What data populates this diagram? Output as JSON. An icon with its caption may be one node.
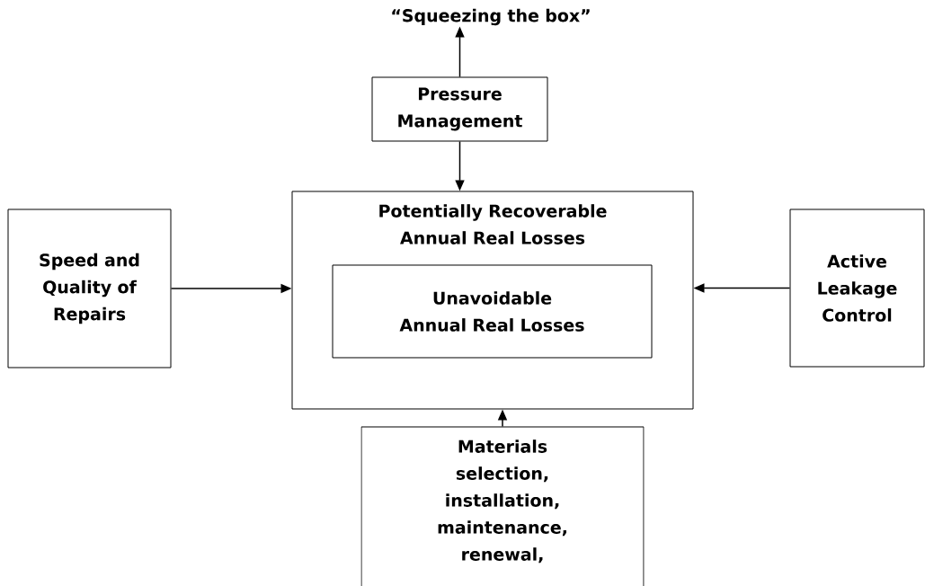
{
  "diagram": {
    "nodes": [
      {
        "text": [
          "“Squeezing the box”"
        ]
      },
      {
        "text": [
          "Pressure Management"
        ]
      },
      {
        "text": [
          "Potentially Recoverable Annual Real Losses"
        ]
      },
      {
        "text": [
          "Unavoidable Annual Real Losses"
        ],
        "in": 2
      },
      {
        "text": [
          "Speed and Quality of Repairs"
        ]
      },
      {
        "text": [
          "Active Leakage Control"
        ]
      },
      {
        "text": [
          "Materials selection, installation, maintenance, renewal,"
        ]
      }
    ],
    "edges": [
      {
        "from": 1,
        "to": 0,
        "arrow": "to"
      },
      {
        "from": 1,
        "to": 2,
        "arrow": "to"
      },
      {
        "from": 4,
        "to": 2,
        "arrow": "to"
      },
      {
        "from": 5,
        "to": 2,
        "arrow": "to"
      },
      {
        "from": 6,
        "to": 2,
        "arrow": "to"
      }
    ]
  }
}
